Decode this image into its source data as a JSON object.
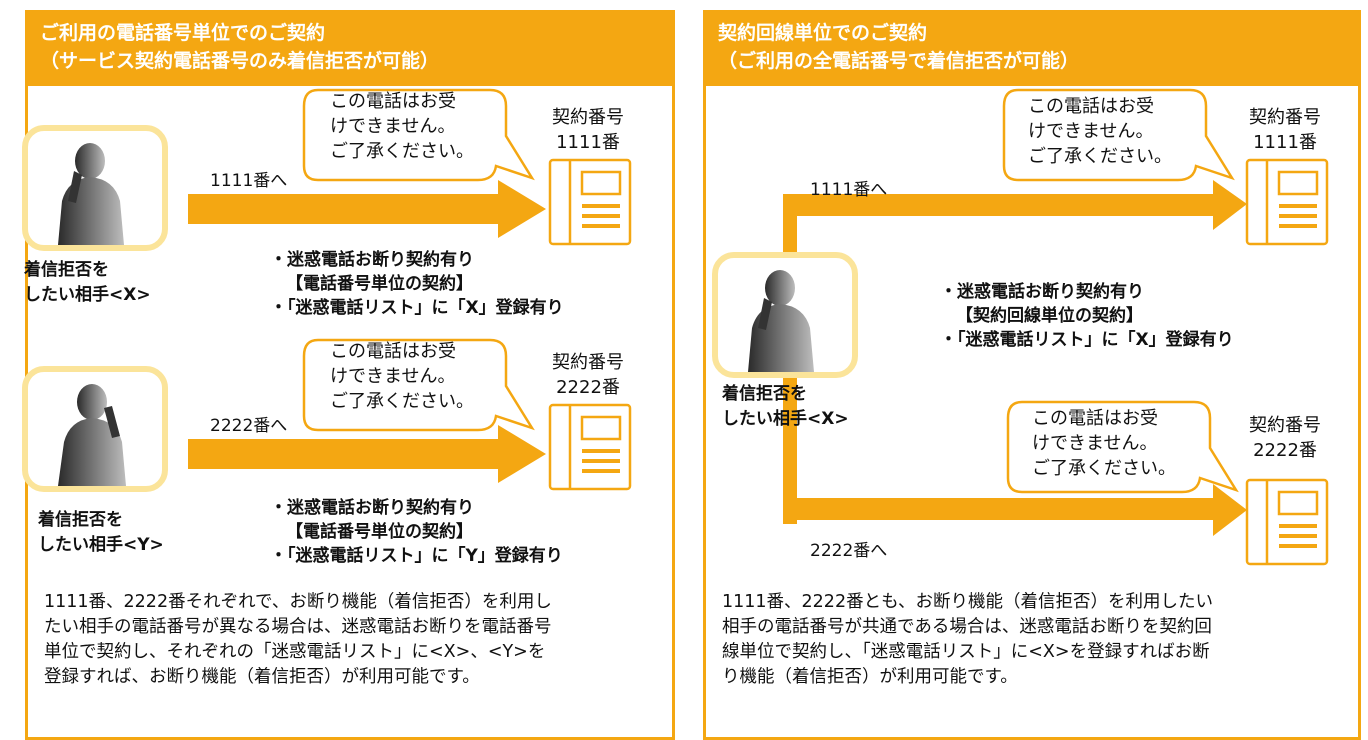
{
  "left_panel": {
    "title_line1": "ご利用の電話番号単位でのご契約",
    "title_line2": "（サービス契約電話番号のみ着信拒否が可能）",
    "rows": [
      {
        "bubble": [
          "この電話はお受",
          "けできません。",
          "ご了承ください。"
        ],
        "contract": [
          "契約番号",
          "1111番"
        ],
        "via": "1111番へ",
        "who": [
          "着信拒否を",
          "したい相手<X>"
        ],
        "conditions": [
          "・迷惑電話お断り契約有り",
          "【電話番号単位の契約】",
          "・「迷惑電話リスト」に「X」登録有り"
        ]
      },
      {
        "bubble": [
          "この電話はお受",
          "けできません。",
          "ご了承ください。"
        ],
        "contract": [
          "契約番号",
          "2222番"
        ],
        "via": "2222番へ",
        "who": [
          "着信拒否を",
          "したい相手<Y>"
        ],
        "conditions": [
          "・迷惑電話お断り契約有り",
          "【電話番号単位の契約】",
          "・「迷惑電話リスト」に「Y」登録有り"
        ]
      }
    ],
    "description": [
      "1111番、2222番それぞれで、お断り機能（着信拒否）を利用し",
      "たい相手の電話番号が異なる場合は、迷惑電話お断りを電話番号",
      "単位で契約し、それぞれの「迷惑電話リスト」に<X>、<Y>を",
      "登録すれば、お断り機能（着信拒否）が利用可能です。"
    ]
  },
  "right_panel": {
    "title_line1": "契約回線単位でのご契約",
    "title_line2": "（ご利用の全電話番号で着信拒否が可能）",
    "who": [
      "着信拒否を",
      "したい相手<X>"
    ],
    "conditions": [
      "・迷惑電話お断り契約有り",
      "【契約回線単位の契約】",
      "・「迷惑電話リスト」に「X」登録有り"
    ],
    "targets": [
      {
        "bubble": [
          "この電話はお受",
          "けできません。",
          "ご了承ください。"
        ],
        "contract": [
          "契約番号",
          "1111番"
        ],
        "via": "1111番へ"
      },
      {
        "bubble": [
          "この電話はお受",
          "けできません。",
          "ご了承ください。"
        ],
        "contract": [
          "契約番号",
          "2222番"
        ],
        "via": "2222番へ"
      }
    ],
    "description": [
      "1111番、2222番とも、お断り機能（着信拒否）を利用したい",
      "相手の電話番号が共通である場合は、迷惑電話お断りを契約回",
      "線単位で契約し、「迷惑電話リスト」に<X>を登録すればお断",
      "り機能（着信拒否）が利用可能です。"
    ]
  },
  "colors": {
    "accent": "#f4a712",
    "person_frame": "#fbe49a",
    "bubble_border": "#f4a712"
  },
  "icons": [
    "person-silhouette-icon",
    "telephone-icon",
    "speech-bubble-icon",
    "arrow-right-icon"
  ]
}
